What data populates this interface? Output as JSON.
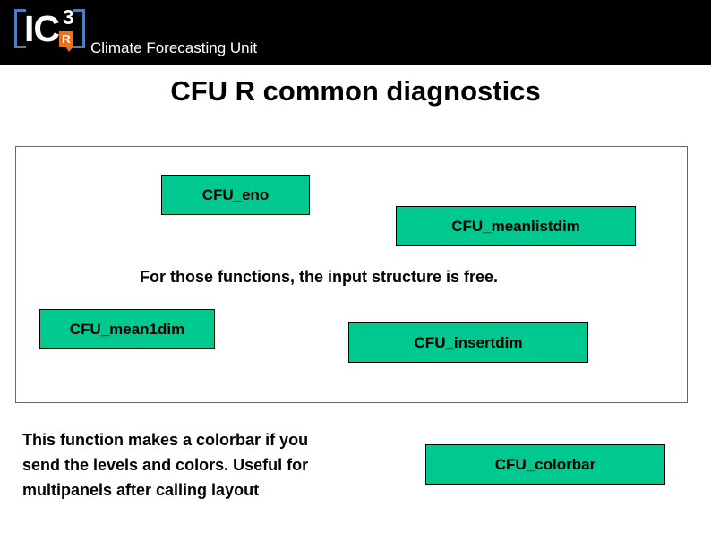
{
  "header": {
    "logo": {
      "text": "IC",
      "superscript": "3",
      "badge_letter": "R",
      "bracket_color": "#4a7fc1",
      "badge_color": "#e8731e"
    },
    "title": "Climate Forecasting Unit",
    "background_color": "#000000"
  },
  "slide": {
    "title": "CFU R common diagnostics",
    "panel": {
      "border_color": "#a0522d"
    },
    "box_color": "#00c98f",
    "boxes": [
      {
        "label": "CFU_eno"
      },
      {
        "label": "CFU_meanlistdim"
      },
      {
        "label": "CFU_mean1dim"
      },
      {
        "label": "CFU_insertdim"
      },
      {
        "label": "CFU_colorbar"
      }
    ],
    "notes": {
      "free_structure": "For those functions, the input structure is free.",
      "colorbar_line1": "This function makes a colorbar if you",
      "colorbar_line2": "send the levels and colors. Useful for",
      "colorbar_line3": "multipanels after calling layout"
    }
  }
}
